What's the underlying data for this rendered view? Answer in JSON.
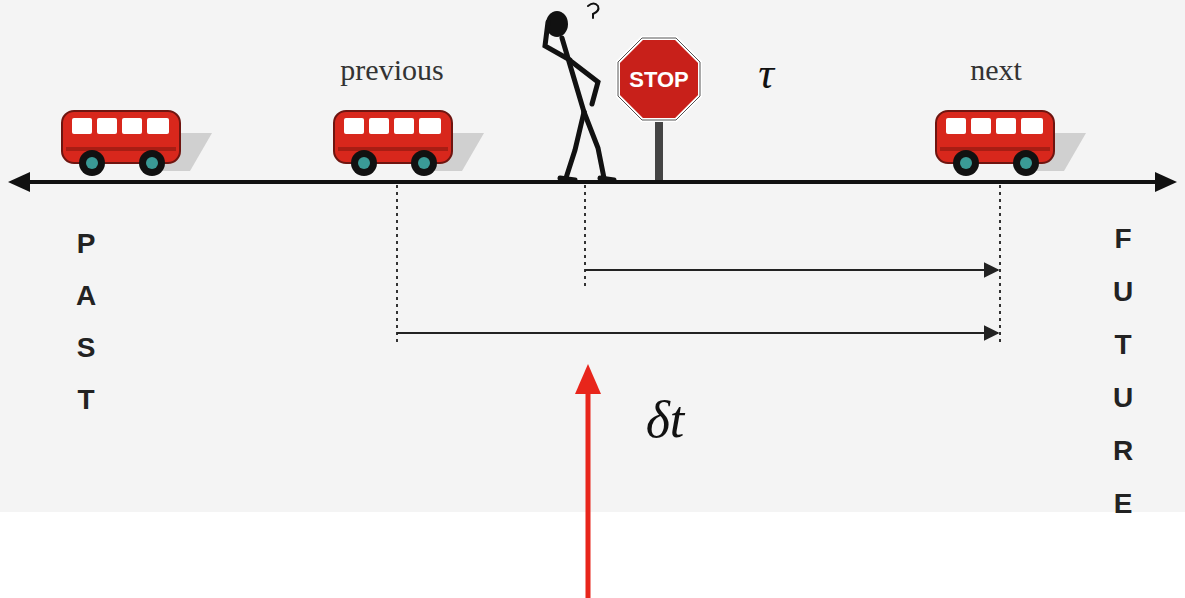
{
  "diagram": {
    "labels": [
      "previous",
      "STOP",
      "τ",
      "next",
      "PAST",
      "δt",
      "FUTURE"
    ]
  }
}
